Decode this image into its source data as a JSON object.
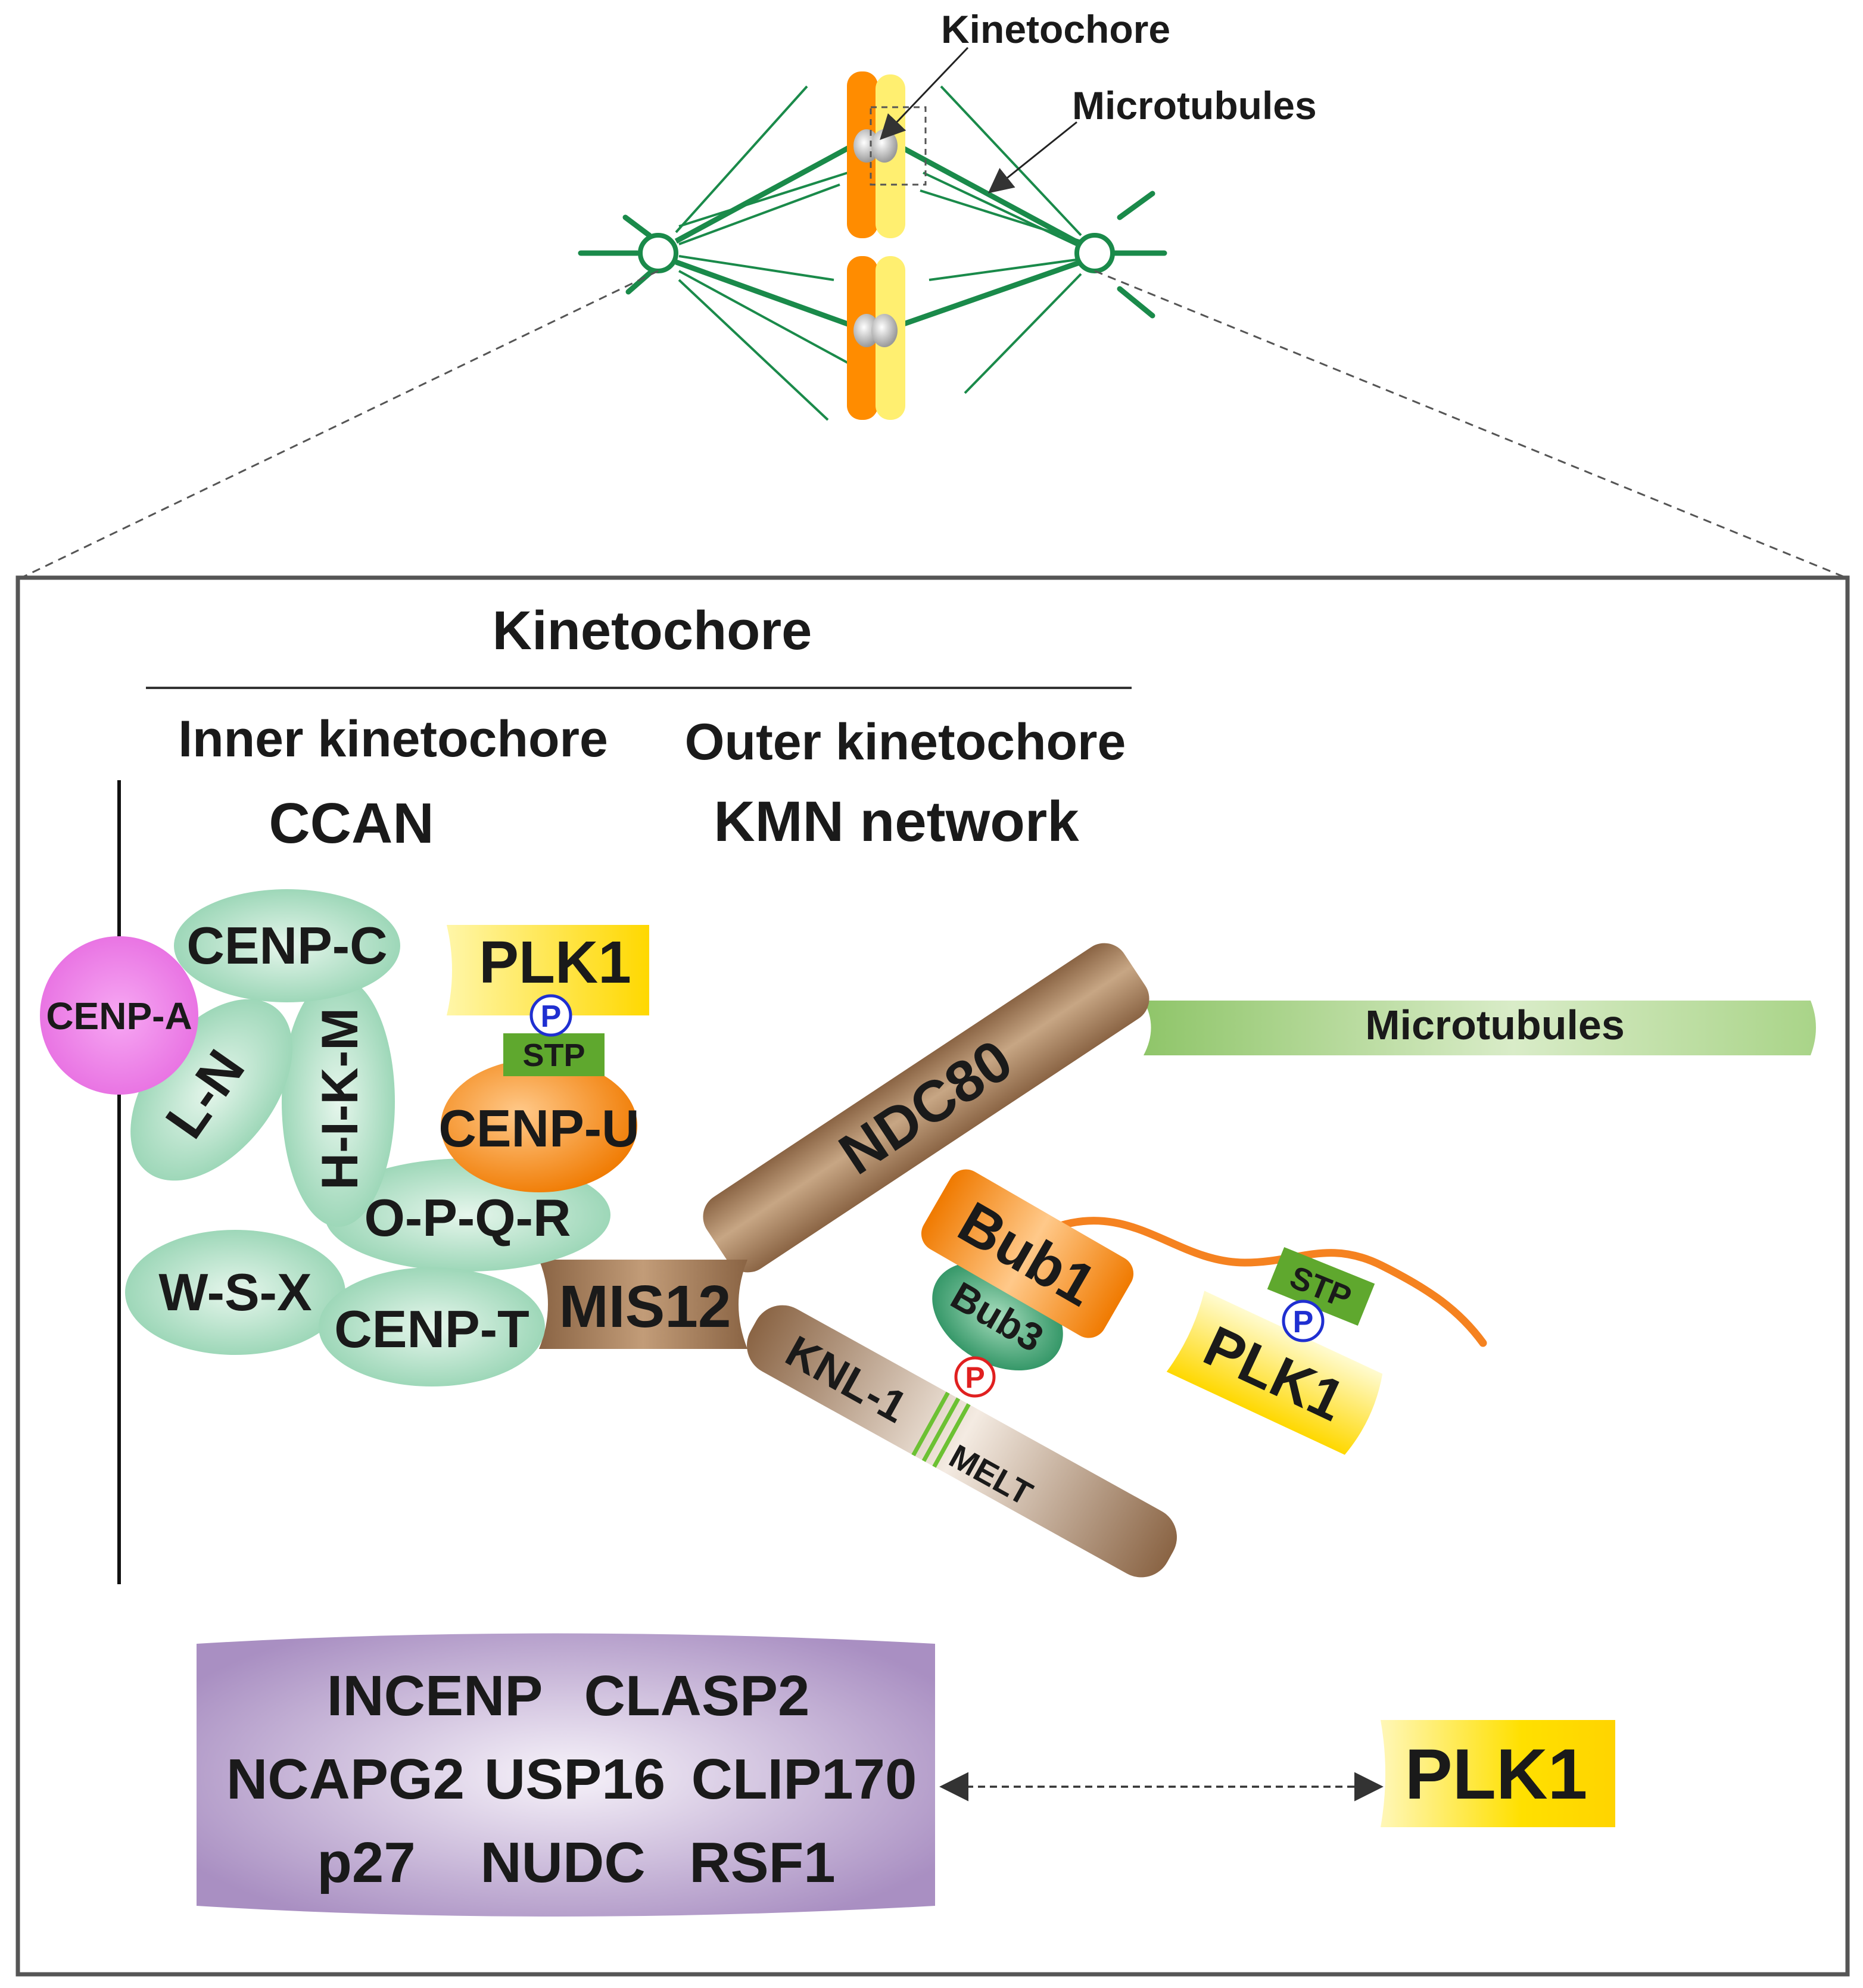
{
  "top": {
    "kinetochore_label": "Kinetochore",
    "microtubules_label": "Microtubules"
  },
  "panel": {
    "title": "Kinetochore",
    "inner_label": "Inner kinetochore",
    "outer_label": "Outer kinetochore",
    "ccan_label": "CCAN",
    "kmn_label": "KMN network"
  },
  "proteins": {
    "cenp_a": "CENP-A",
    "cenp_c": "CENP-C",
    "l_n": "L-N",
    "h_i_k_m": "H-I-K-M",
    "o_p_q_r": "O-P-Q-R",
    "w_s_x": "W-S-X",
    "cenp_t": "CENP-T",
    "cenp_u": "CENP-U",
    "mis12": "MIS12",
    "ndc80": "NDC80",
    "knl1": "KNL-1",
    "melt": "MELT",
    "bub1": "Bub1",
    "bub3": "Bub3",
    "microtubules": "Microtubules"
  },
  "plk1_labels": {
    "top": "PLK1",
    "right": "PLK1",
    "bottom": "PLK1"
  },
  "motifs": {
    "stp_top": "STP",
    "stp_right": "STP",
    "p_top": "P",
    "p_bub3": "P",
    "p_right": "P"
  },
  "interactors": {
    "row1": [
      "INCENP",
      "CLASP2"
    ],
    "row2": [
      "NCAPG2",
      "USP16",
      "CLIP170"
    ],
    "row3": [
      "p27",
      "NUDC",
      "RSF1"
    ]
  },
  "colors": {
    "microtubule_green": "#1a8a4a",
    "ccan_green": "#8fd1ae",
    "cenp_a_pink": "#ee77ee",
    "plk1_yellow": "#ffe100",
    "cenp_u_orange": "#ff8c1a",
    "stp_green": "#5fa82e",
    "kmn_brown": "#a0785a",
    "bub3_green": "#2e9a6a",
    "interactor_purple": "#b9a3cf",
    "chromatid_orange": "#ff8c00",
    "chromatid_yellow": "#ffef70"
  }
}
